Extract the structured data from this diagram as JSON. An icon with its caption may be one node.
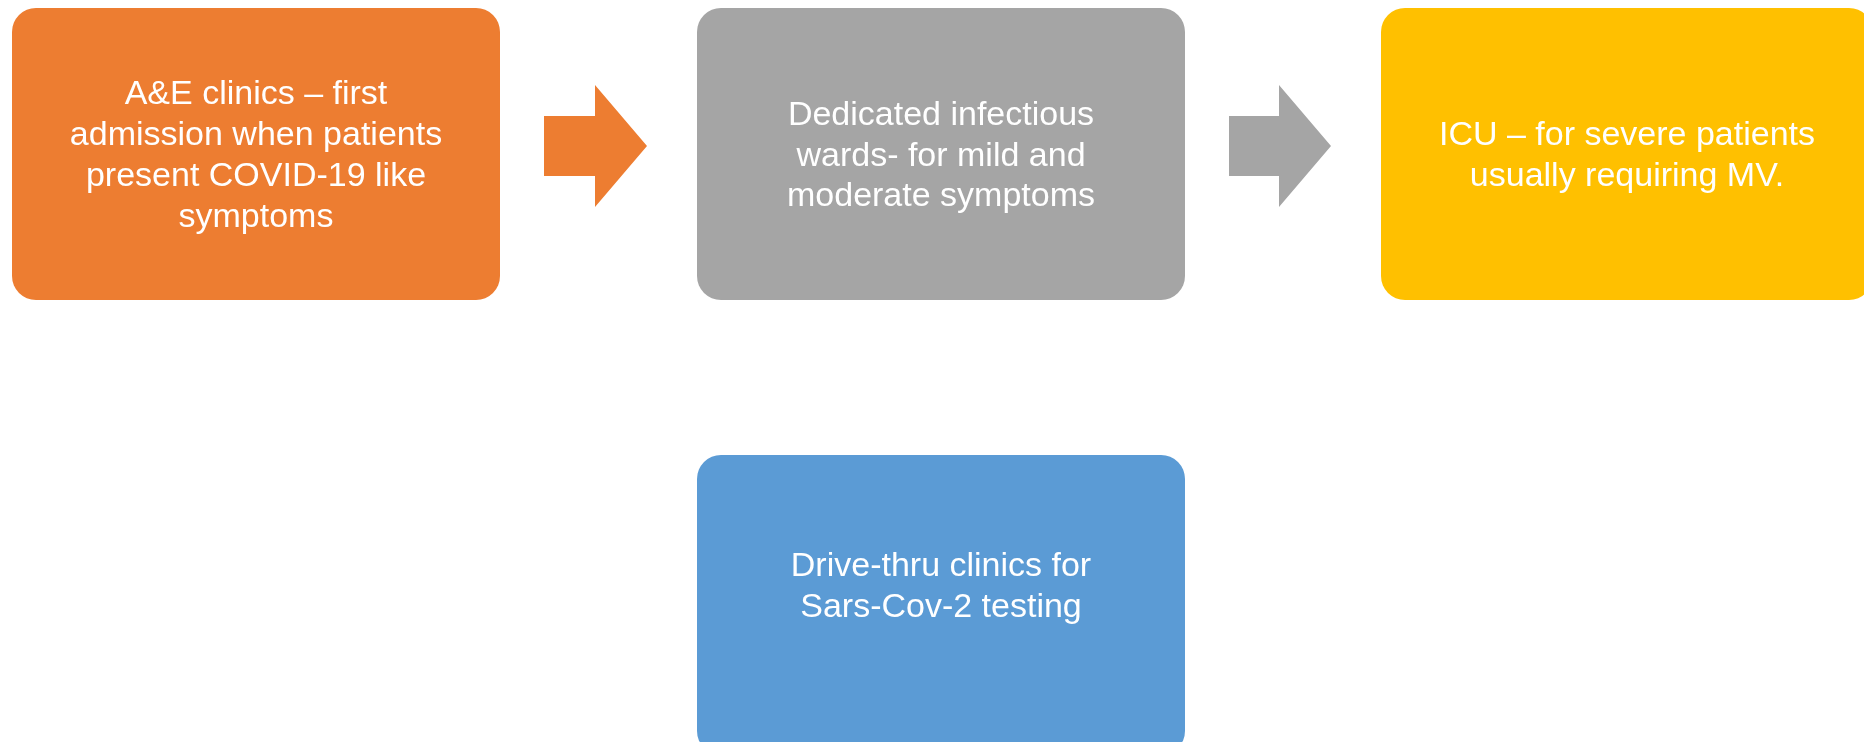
{
  "diagram": {
    "nodes": [
      {
        "text": [
          "A&E clinics – first admission when patients present COVID-19 like symptoms"
        ]
      },
      {
        "text": [
          "Dedicated infectious wards- for mild and moderate symptoms"
        ]
      },
      {
        "text": [
          "ICU – for severe patients usually requiring MV."
        ]
      },
      {
        "text": [
          "Drive-thru clinics for Sars-Cov-2 testing"
        ]
      }
    ],
    "edges": [
      {
        "from": 0,
        "to": 1,
        "arrow": "to",
        "color": "#ed7d31"
      },
      {
        "from": 1,
        "to": 2,
        "arrow": "to",
        "color": "#a5a5a5"
      }
    ]
  }
}
